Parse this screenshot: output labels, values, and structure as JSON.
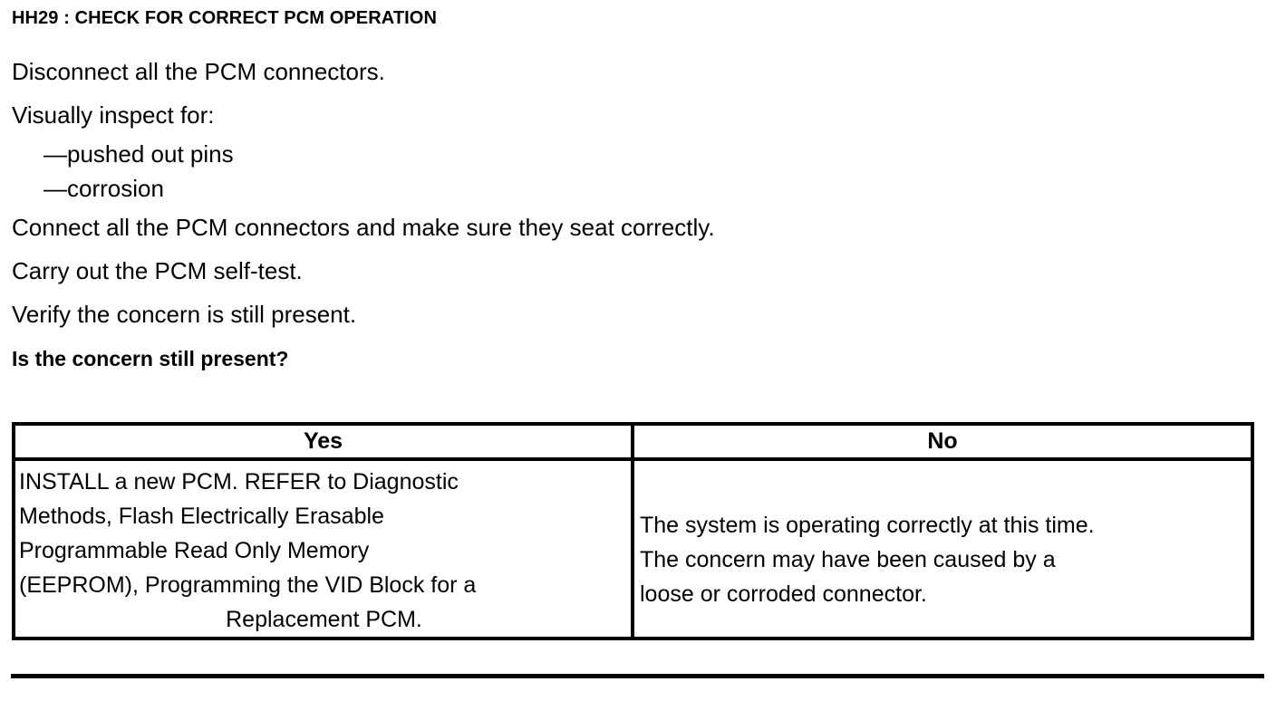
{
  "document": {
    "step_title": "HH29 : CHECK FOR CORRECT PCM OPERATION",
    "instructions": [
      {
        "text": "Disconnect all the PCM connectors.",
        "style": "normal"
      },
      {
        "text": "Visually inspect for:",
        "style": "normal"
      },
      {
        "text": "—pushed out pins",
        "style": "indent"
      },
      {
        "text": "—corrosion",
        "style": "indent"
      },
      {
        "text": "Connect all the PCM connectors and make sure they seat correctly.",
        "style": "normal"
      },
      {
        "text": "Carry out the PCM self-test.",
        "style": "normal"
      },
      {
        "text": "Verify the concern is still present.",
        "style": "normal"
      },
      {
        "text": "Is the concern still present?",
        "style": "bold"
      }
    ],
    "instruction_lines": {
      "l0": "Disconnect all the PCM connectors.",
      "l1": "Visually inspect for:",
      "l2": "—pushed out pins",
      "l3": "—corrosion",
      "l4": "Connect all the PCM connectors and make sure they seat correctly.",
      "l5": "Carry out the PCM self-test.",
      "l6": "Verify the concern is still present.",
      "l7": "Is the concern still present?"
    },
    "results_table": {
      "headers": {
        "yes": "Yes",
        "no": "No"
      },
      "yes_cell": {
        "full_text": "INSTALL a new PCM. REFER to Diagnostic Methods, Flash Electrically Erasable Programmable Read Only Memory (EEPROM), Programming the VID Block for a Replacement PCM.",
        "lines": {
          "l0": "INSTALL a new PCM. REFER to Diagnostic",
          "l1": "Methods, Flash Electrically Erasable",
          "l2": "Programmable Read Only Memory",
          "l3": "(EEPROM), Programming the VID Block for a",
          "l4": "Replacement PCM."
        }
      },
      "no_cell": {
        "full_text": "The system is operating correctly at this time. The concern may have been caused by a loose or corroded connector.",
        "lines": {
          "l0": "The system is operating correctly at this time.",
          "l1": "The concern may have been caused by a",
          "l2": "loose or corroded connector."
        }
      }
    },
    "colors": {
      "ink": "#000000",
      "paper": "#ffffff"
    }
  }
}
